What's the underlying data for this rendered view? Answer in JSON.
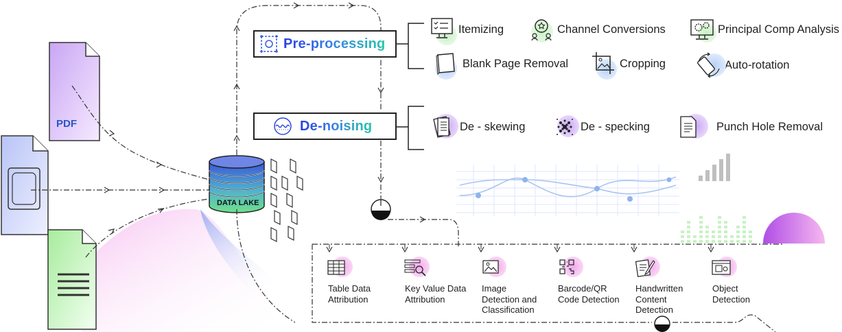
{
  "pipeline": {
    "data_lake_label": "DATA LAKE",
    "pdf_label": "PDF"
  },
  "preprocessing": {
    "title": "Pre-processing",
    "items": [
      {
        "label": "Itemizing",
        "icon": "checklist-monitor-icon"
      },
      {
        "label": "Channel Conversions",
        "icon": "user-network-icon"
      },
      {
        "label": "Principal Comp Analysis",
        "icon": "gear-monitor-icon"
      },
      {
        "label": "Blank Page Removal",
        "icon": "blank-page-icon"
      },
      {
        "label": "Cropping",
        "icon": "crop-icon"
      },
      {
        "label": "Auto-rotation",
        "icon": "rotate-icon"
      }
    ]
  },
  "denoising": {
    "title": "De-noising",
    "items": [
      {
        "label": "De - skewing",
        "icon": "skewed-page-icon"
      },
      {
        "label": "De - specking",
        "icon": "speckle-icon"
      },
      {
        "label": "Punch Hole Removal",
        "icon": "document-icon"
      }
    ]
  },
  "extraction": {
    "items": [
      {
        "line1": "Table Data",
        "line2": "Attribution",
        "line3": "",
        "icon": "table-icon"
      },
      {
        "line1": "Key Value Data",
        "line2": "Attribution",
        "line3": "",
        "icon": "key-value-search-icon"
      },
      {
        "line1": "Image",
        "line2": "Detection and",
        "line3": "Classification",
        "icon": "image-icon"
      },
      {
        "line1": "Barcode/QR",
        "line2": "Code Detection",
        "line3": "",
        "icon": "qr-code-icon"
      },
      {
        "line1": "Handwritten",
        "line2": "Content",
        "line3": "Detection",
        "icon": "handwriting-icon"
      },
      {
        "line1": "Object",
        "line2": "Detection",
        "line3": "",
        "icon": "object-detection-icon"
      }
    ]
  },
  "colors": {
    "accent_blue": "#2a3fe0",
    "accent_teal": "#25c6a8",
    "pink": "#e06ad8",
    "purple": "#9a4ee0",
    "green_soft": "#bff0c0"
  }
}
